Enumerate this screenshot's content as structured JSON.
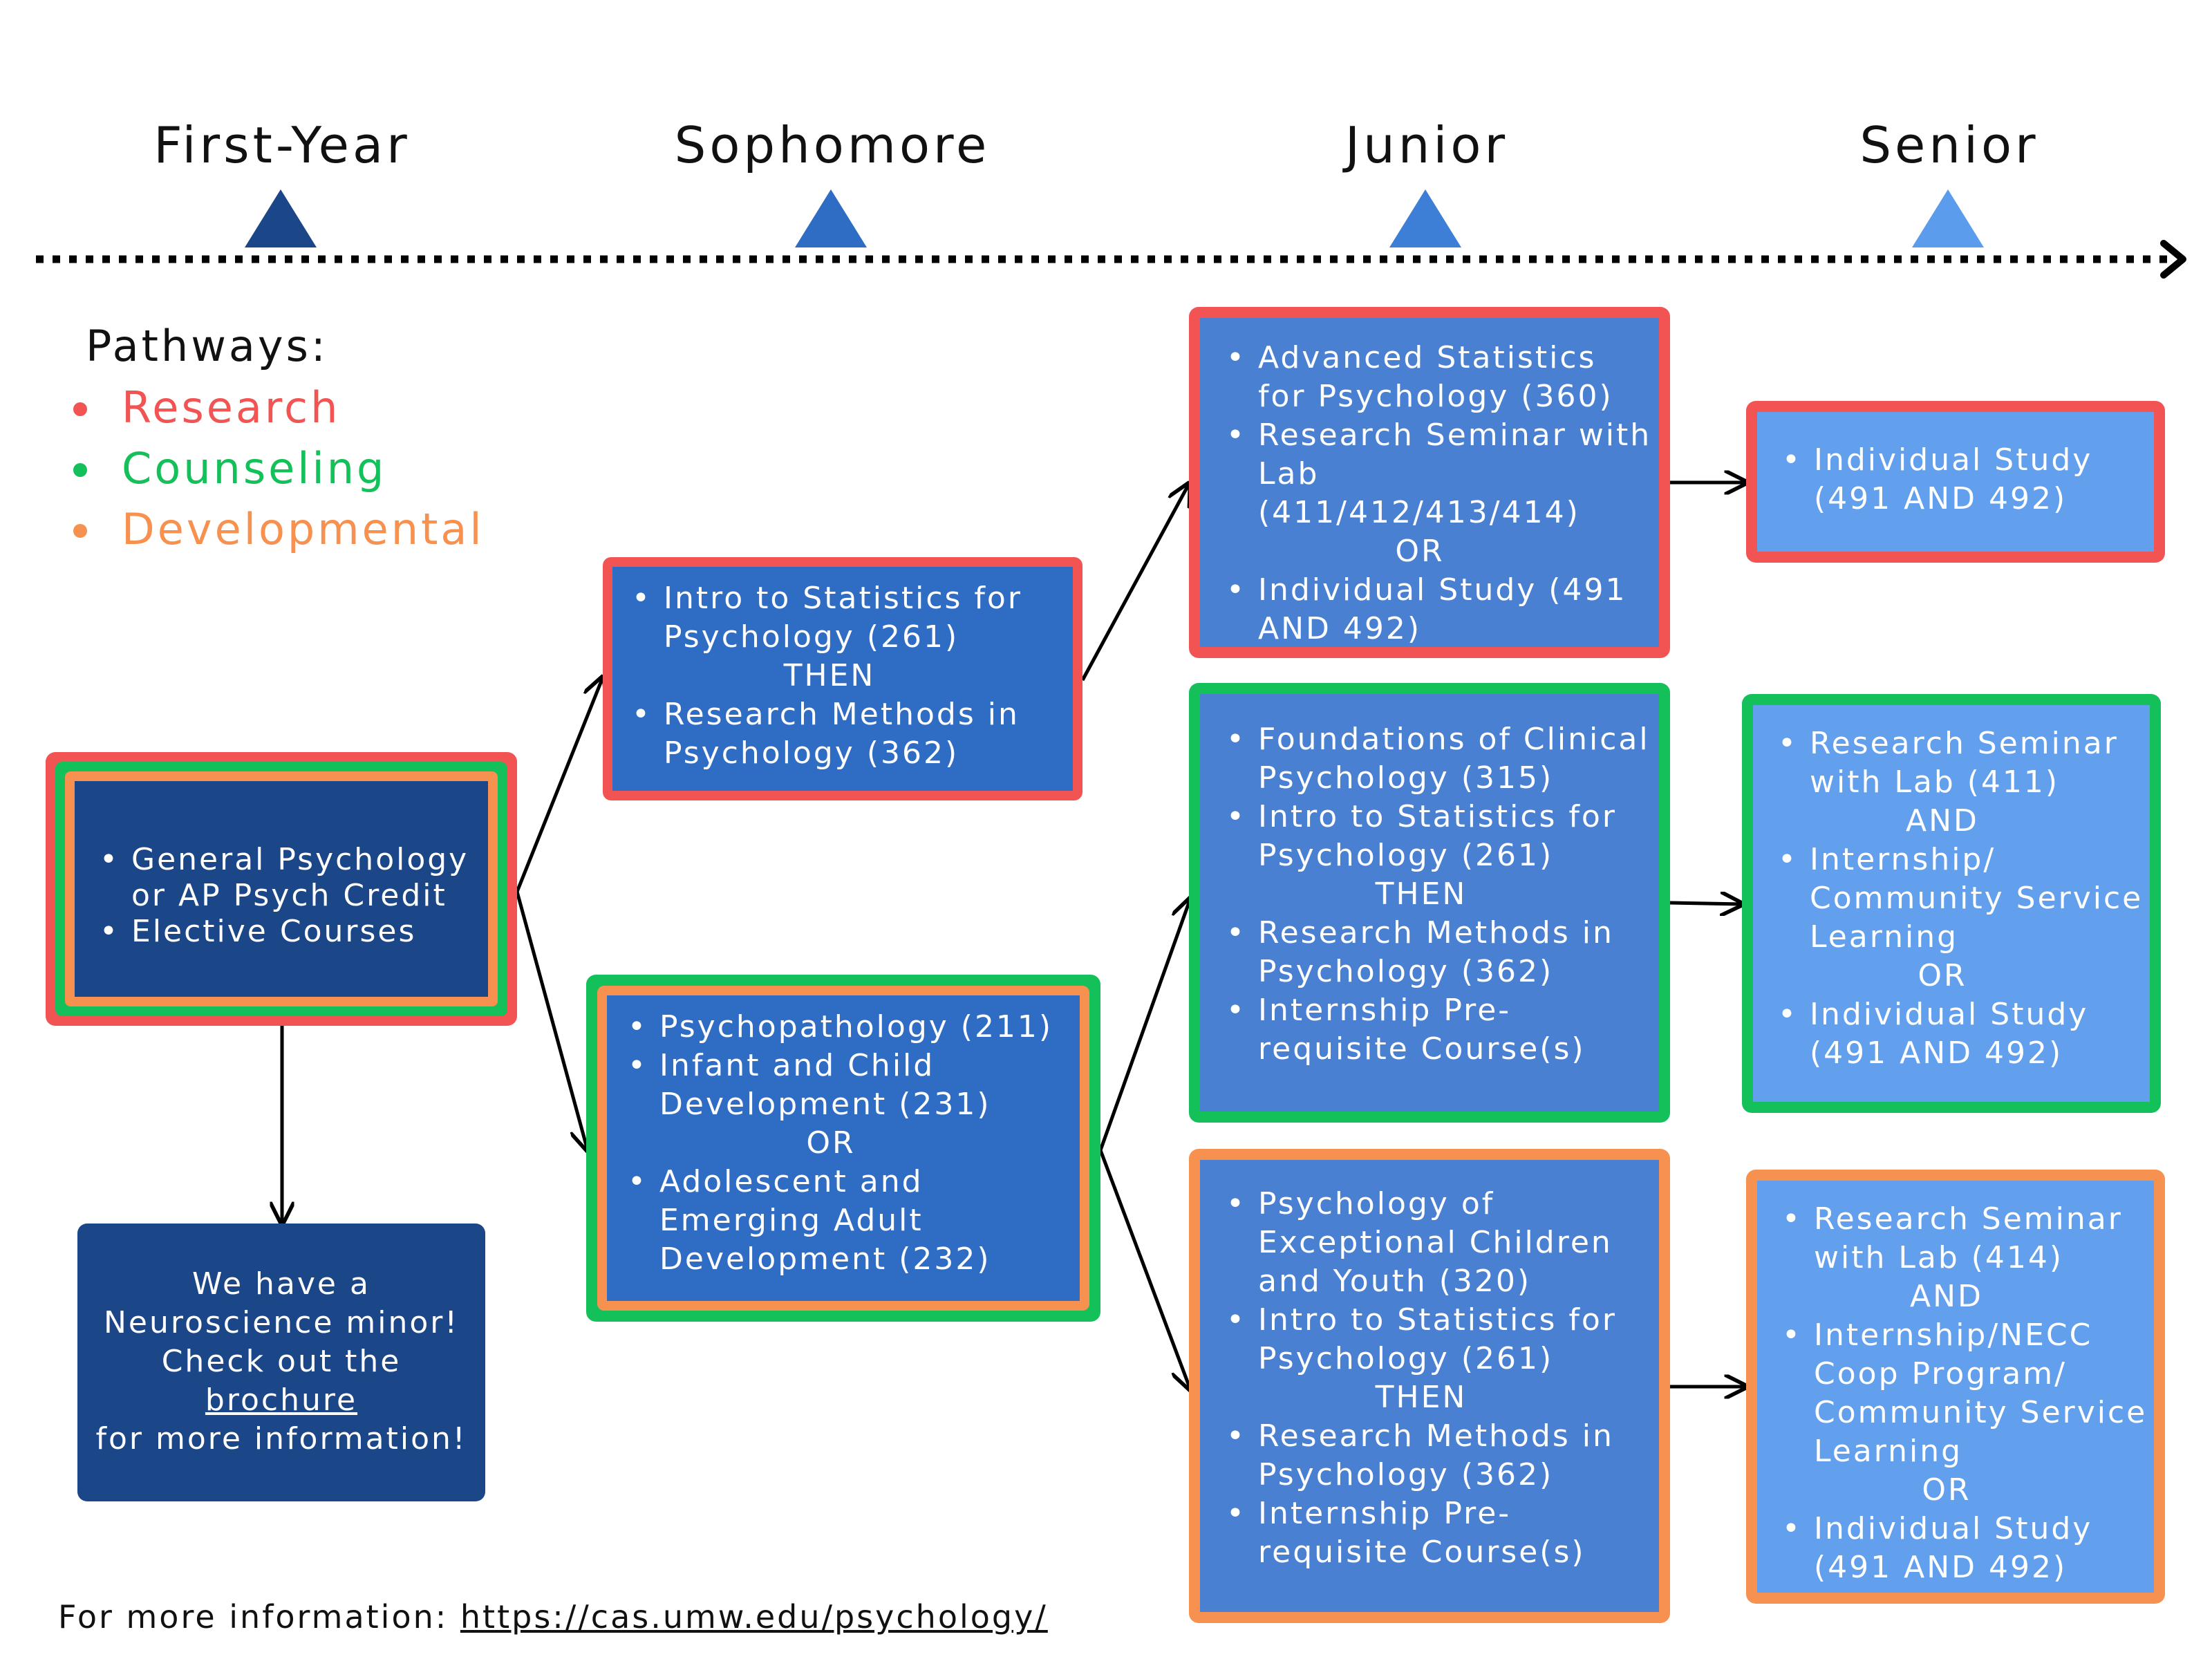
{
  "timeline": {
    "years": [
      "First-Year",
      "Sophomore",
      "Junior",
      "Senior"
    ],
    "marker_colors": [
      "#1b4687",
      "#2f6cc4",
      "#3d7fd6",
      "#5c9cec"
    ]
  },
  "legend": {
    "title": "Pathways:",
    "items": [
      {
        "label": "Research",
        "color": "#f25454"
      },
      {
        "label": "Counseling",
        "color": "#14c05a"
      },
      {
        "label": "Developmental",
        "color": "#f7914f"
      }
    ]
  },
  "colors": {
    "research": "#f25454",
    "counseling": "#14c05a",
    "developmental": "#f7914f",
    "first_year_fill": "#1b4687",
    "sophomore_fill": "#2f6cc4",
    "junior_fill": "#4a80d2",
    "senior_fill": "#629fec"
  },
  "boxes": {
    "first_year": {
      "items": [
        "General Psychology or AP Psych Credit",
        "Elective Courses"
      ]
    },
    "soph_research": {
      "item1": "Intro to Statistics for Psychology (261)",
      "connector": "THEN",
      "item2": "Research Methods in Psychology (362)"
    },
    "soph_counsel_dev": {
      "item1": "Psychopathology (211)",
      "item2": "Infant and Child Development (231)",
      "connector": "OR",
      "item3": "Adolescent and Emerging Adult Development (232)"
    },
    "junior_research": {
      "item1": "Advanced Statistics for Psychology (360)",
      "item2": "Research Seminar with Lab (411/412/413/414)",
      "connector": "OR",
      "item3": "Individual Study (491 AND 492)"
    },
    "junior_counseling": {
      "item1": "Foundations of Clinical Psychology (315)",
      "item2": "Intro to Statistics for Psychology (261)",
      "connector": "THEN",
      "item3": "Research Methods in Psychology (362)",
      "item4": "Internship Pre-requisite Course(s)"
    },
    "junior_developmental": {
      "item1": "Psychology of Exceptional Children and Youth (320)",
      "item2": "Intro to Statistics for Psychology (261)",
      "connector": "THEN",
      "item3": "Research Methods in Psychology (362)",
      "item4": "Internship Pre-requisite Course(s)"
    },
    "senior_research": {
      "item1": "Individual Study (491 AND 492)"
    },
    "senior_counseling": {
      "item1": "Research Seminar with Lab (411)",
      "connector1": "AND",
      "item2": "Internship/ Community Service Learning",
      "connector2": "OR",
      "item3": "Individual Study (491 AND 492)"
    },
    "senior_developmental": {
      "item1": "Research Seminar with Lab (414)",
      "connector1": "AND",
      "item2": "Internship/NECC Coop Program/ Community Service Learning",
      "connector2": "OR",
      "item3": "Individual Study (491 AND 492)"
    }
  },
  "neuro_note": {
    "line1": "We  have a",
    "line2": "Neuroscience minor!",
    "line3": "Check out the",
    "link": "brochure",
    "line4": "for more information!"
  },
  "footer": {
    "prefix": "For more information: ",
    "url": "https://cas.umw.edu/psychology/"
  }
}
